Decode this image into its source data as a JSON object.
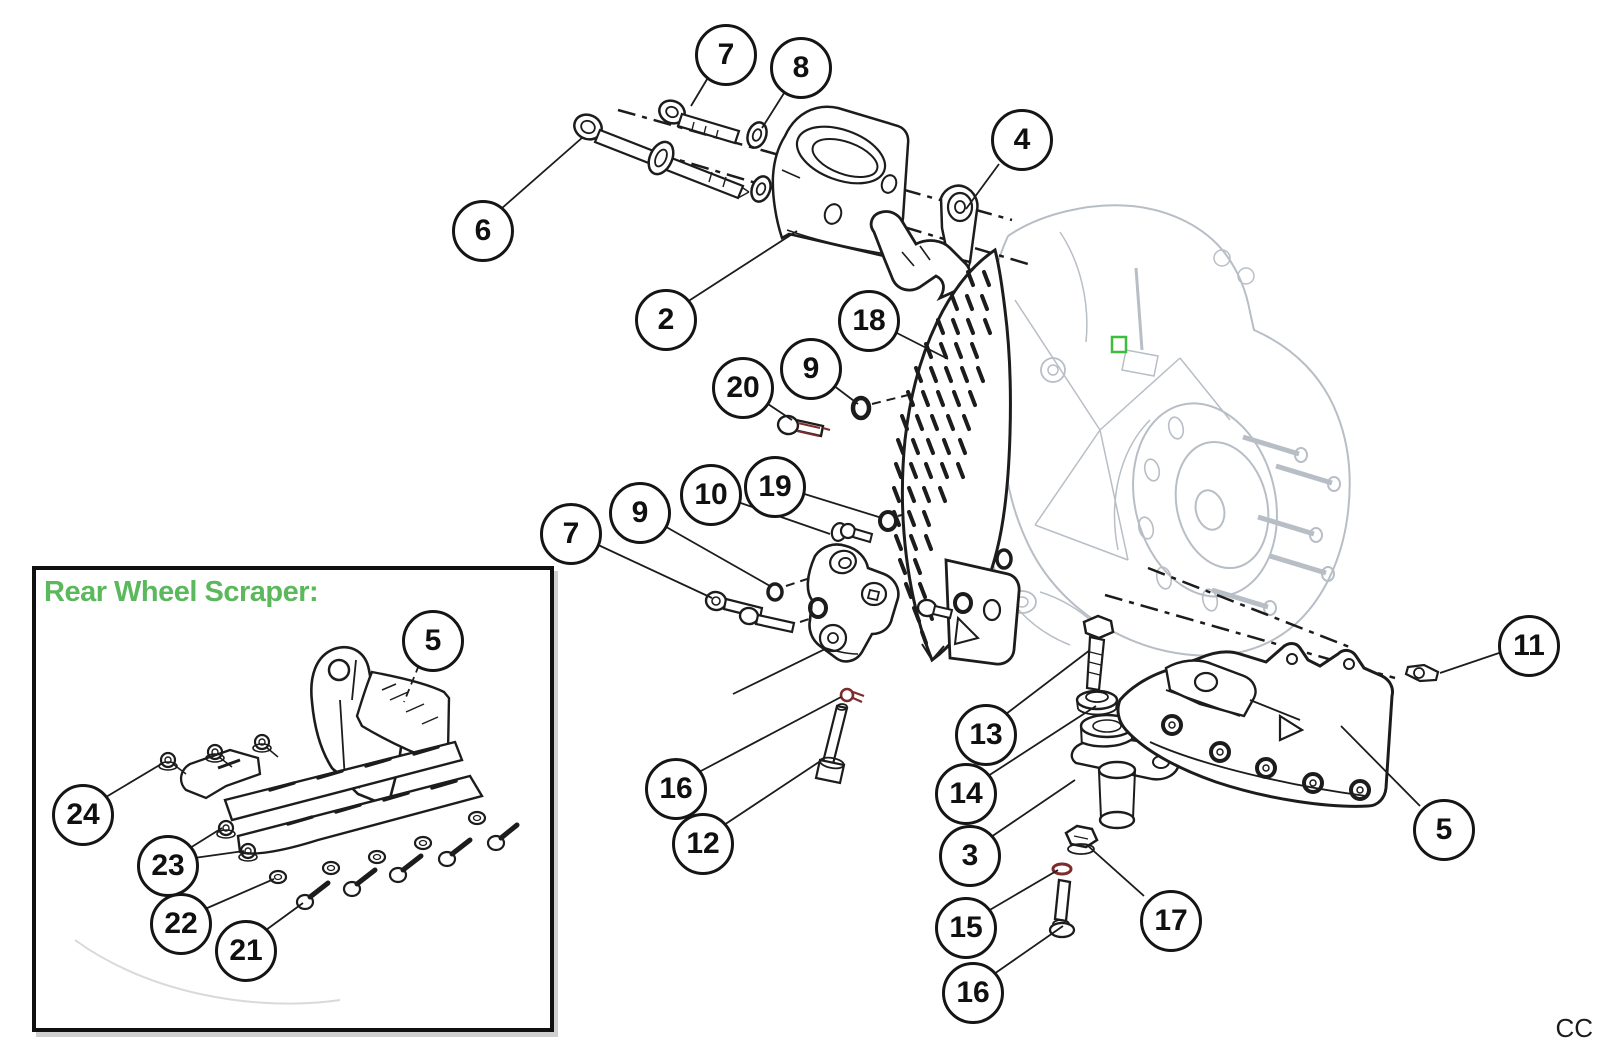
{
  "page": {
    "watermark": "CC"
  },
  "inset": {
    "title": "Rear Wheel Scraper:"
  },
  "colors": {
    "ink": "#1c1c1c",
    "faint": "#b8bec6",
    "accent_green": "#5cb85c",
    "accent_red": "#7e2b2b",
    "highlight_green": "#3dbd3d"
  },
  "callouts": [
    {
      "id": "7-top",
      "label": "7"
    },
    {
      "id": "8",
      "label": "8"
    },
    {
      "id": "4",
      "label": "4"
    },
    {
      "id": "6",
      "label": "6"
    },
    {
      "id": "2",
      "label": "2"
    },
    {
      "id": "18",
      "label": "18"
    },
    {
      "id": "20",
      "label": "20"
    },
    {
      "id": "9-upper",
      "label": "9"
    },
    {
      "id": "10",
      "label": "10"
    },
    {
      "id": "19",
      "label": "19"
    },
    {
      "id": "9-left",
      "label": "9"
    },
    {
      "id": "7-left",
      "label": "7"
    },
    {
      "id": "11",
      "label": "11"
    },
    {
      "id": "5-right",
      "label": "5"
    },
    {
      "id": "13",
      "label": "13"
    },
    {
      "id": "14",
      "label": "14"
    },
    {
      "id": "3",
      "label": "3"
    },
    {
      "id": "15",
      "label": "15"
    },
    {
      "id": "16-bottom",
      "label": "16"
    },
    {
      "id": "17",
      "label": "17"
    },
    {
      "id": "16-left",
      "label": "16"
    },
    {
      "id": "12",
      "label": "12"
    },
    {
      "id": "5-inset",
      "label": "5"
    },
    {
      "id": "24",
      "label": "24"
    },
    {
      "id": "23",
      "label": "23"
    },
    {
      "id": "22",
      "label": "22"
    },
    {
      "id": "21",
      "label": "21"
    }
  ]
}
